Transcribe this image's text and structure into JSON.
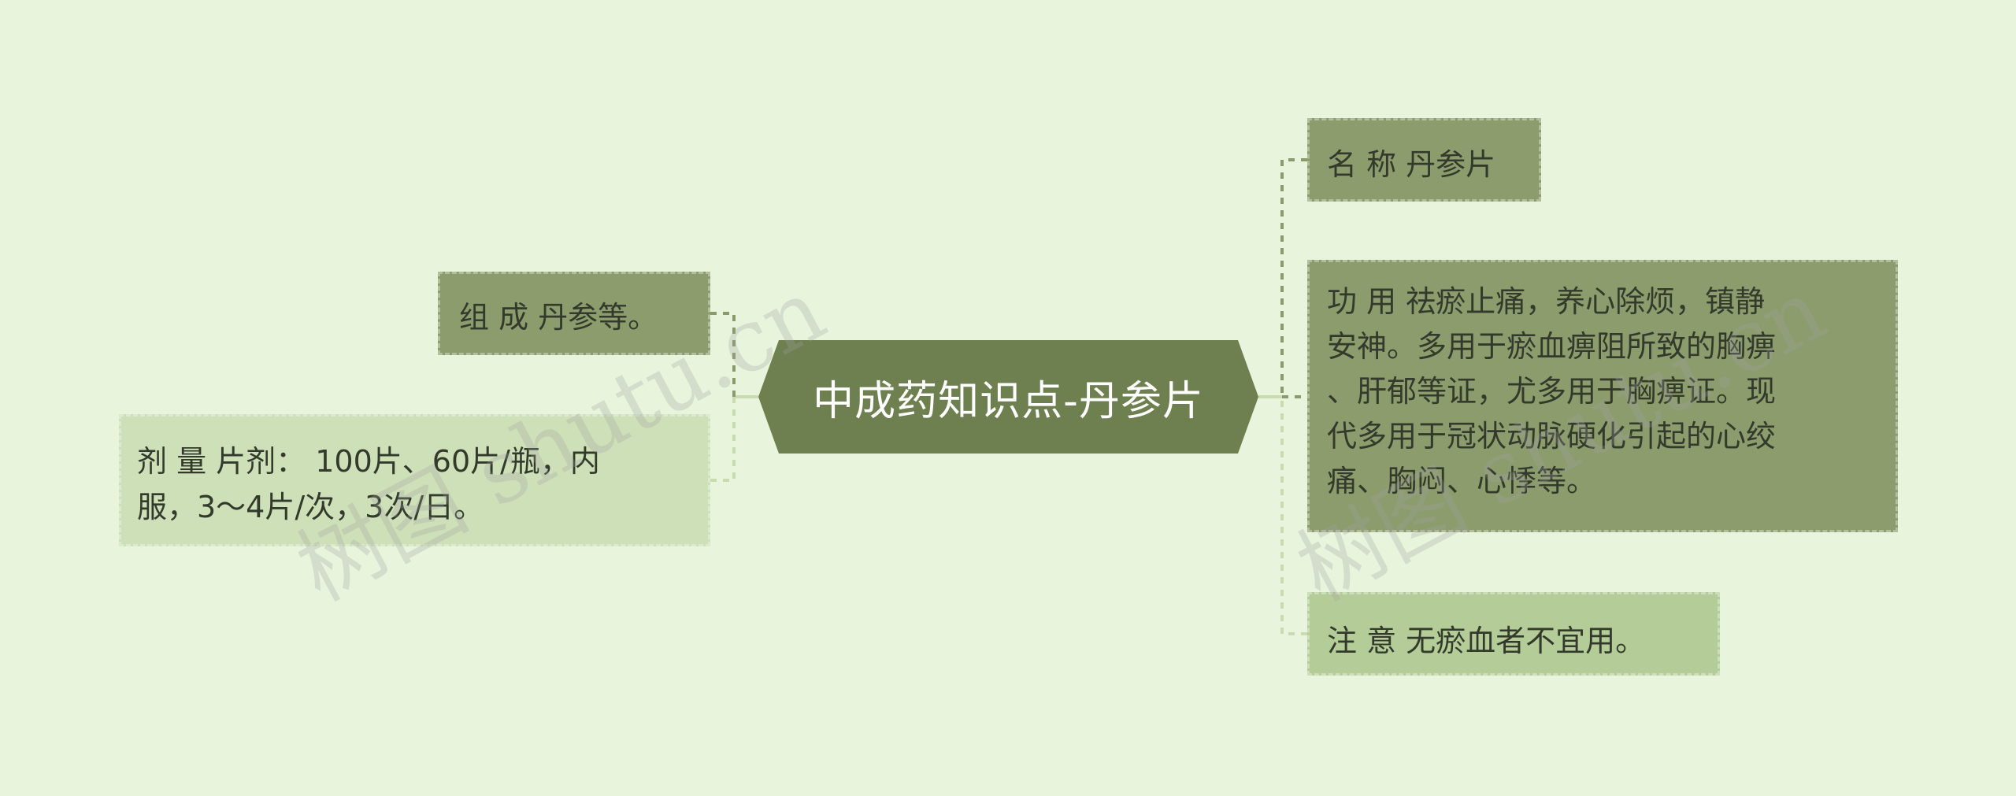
{
  "center": {
    "label": "中成药知识点-丹参片"
  },
  "left": [
    {
      "key": "composition",
      "text": "组 成 丹参等。"
    },
    {
      "key": "dosage",
      "lines": [
        "剂 量 片剂：  100片、60片/瓶，内",
        "服，3～4片/次，3次/日。"
      ]
    }
  ],
  "right": [
    {
      "key": "name",
      "text": "名 称 丹参片"
    },
    {
      "key": "function",
      "lines": [
        "功 用 祛瘀止痛，养心除烦，镇静",
        "安神。多用于瘀血痹阻所致的胸痹",
        "、肝郁等证，尤多用于胸痹证。现",
        "代多用于冠状动脉硬化引起的心绞",
        "痛、胸闷、心悸等。"
      ]
    },
    {
      "key": "caution",
      "text": "注 意 无瘀血者不宜用。"
    }
  ],
  "watermark": "树图 shutu.cn",
  "colors": {
    "background": "#e8f4dc",
    "center": "#6e8050",
    "dark_node": "#8c9c6c",
    "light_node": "#cde0b8",
    "caution_node": "#b4cc98",
    "connector_dark": "#8a9a6a",
    "connector_light": "#c8dcb0"
  }
}
